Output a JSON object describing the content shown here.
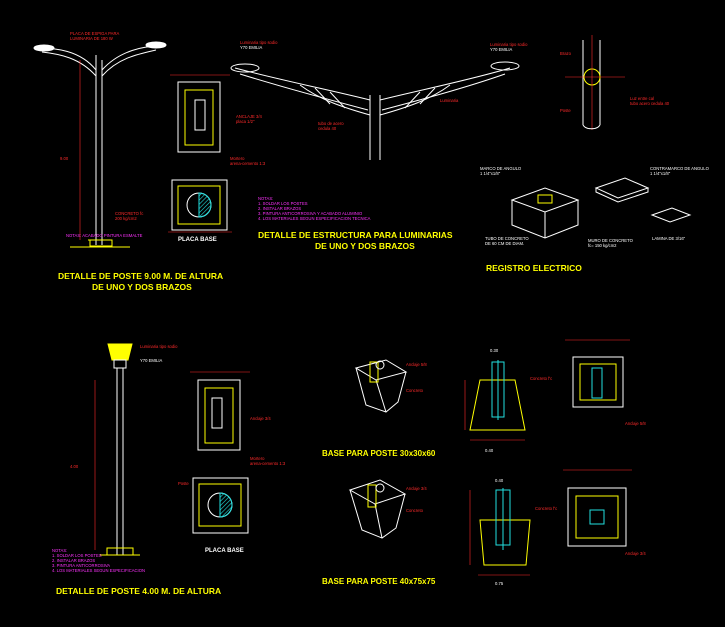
{
  "colors": {
    "background": "#000000",
    "title": "#ffff00",
    "line_white": "#ffffff",
    "line_red": "#ff2a2a",
    "line_yellow": "#ffff00",
    "line_cyan": "#22e0e0",
    "note_magenta": "#ff33ff"
  },
  "titles": {
    "pole_9m_line1": "DETALLE DE POSTE 9.00 M. DE ALTURA",
    "pole_9m_line2": "DE UNO Y DOS BRAZOS",
    "structure_line1": "DETALLE DE ESTRUCTURA PARA LUMINARIAS",
    "structure_line2": "DE UNO Y DOS BRAZOS",
    "registro": "REGISTRO ELECTRICO",
    "pole_4m": "DETALLE DE POSTE 4.00 M. DE ALTURA",
    "base_30": "BASE PARA POSTE 30x30x60",
    "base_40": "BASE PARA POSTE 40x75x75"
  },
  "captions": {
    "placa_base_top": "PLACA BASE",
    "placa_base_bottom": "PLACA BASE",
    "luminaire_label": "Y70 EMILIA"
  },
  "icons": [
    "luminaire-lamp-icon",
    "anchor-bolt-icon"
  ]
}
